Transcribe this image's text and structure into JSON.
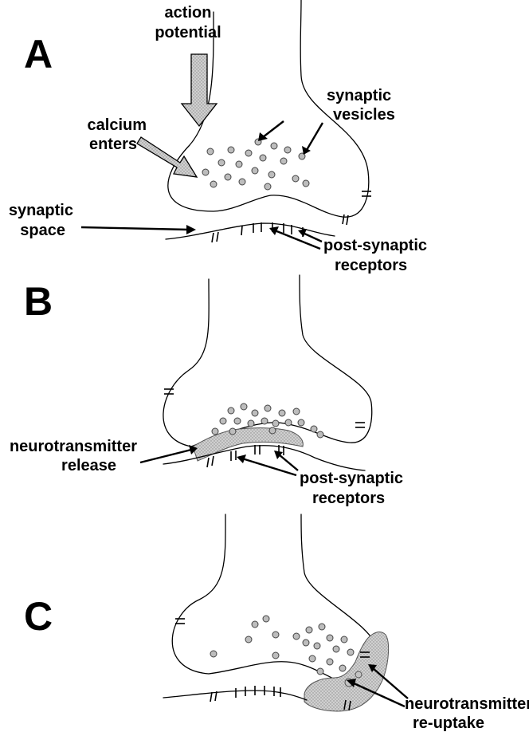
{
  "panels": {
    "a": {
      "letter": "A",
      "action_potential_line1": "action",
      "action_potential_line2": "potential",
      "calcium_line1": "calcium",
      "calcium_line2": "enters",
      "vesicles_line1": "synaptic",
      "vesicles_line2": "vesicles",
      "space_line1": "synaptic",
      "space_line2": "space",
      "receptors_line1": "post-synaptic",
      "receptors_line2": "receptors"
    },
    "b": {
      "letter": "B",
      "release_line1": "neurotransmitter",
      "release_line2": "release",
      "receptors_line1": "post-synaptic",
      "receptors_line2": "receptors"
    },
    "c": {
      "letter": "C",
      "reuptake_line1": "neurotransmitter",
      "reuptake_line2": "re-uptake"
    }
  },
  "colors": {
    "vesicle": "#bdbdbd",
    "neurotransmitter": "#c4c4c4",
    "outline": "#000000"
  }
}
